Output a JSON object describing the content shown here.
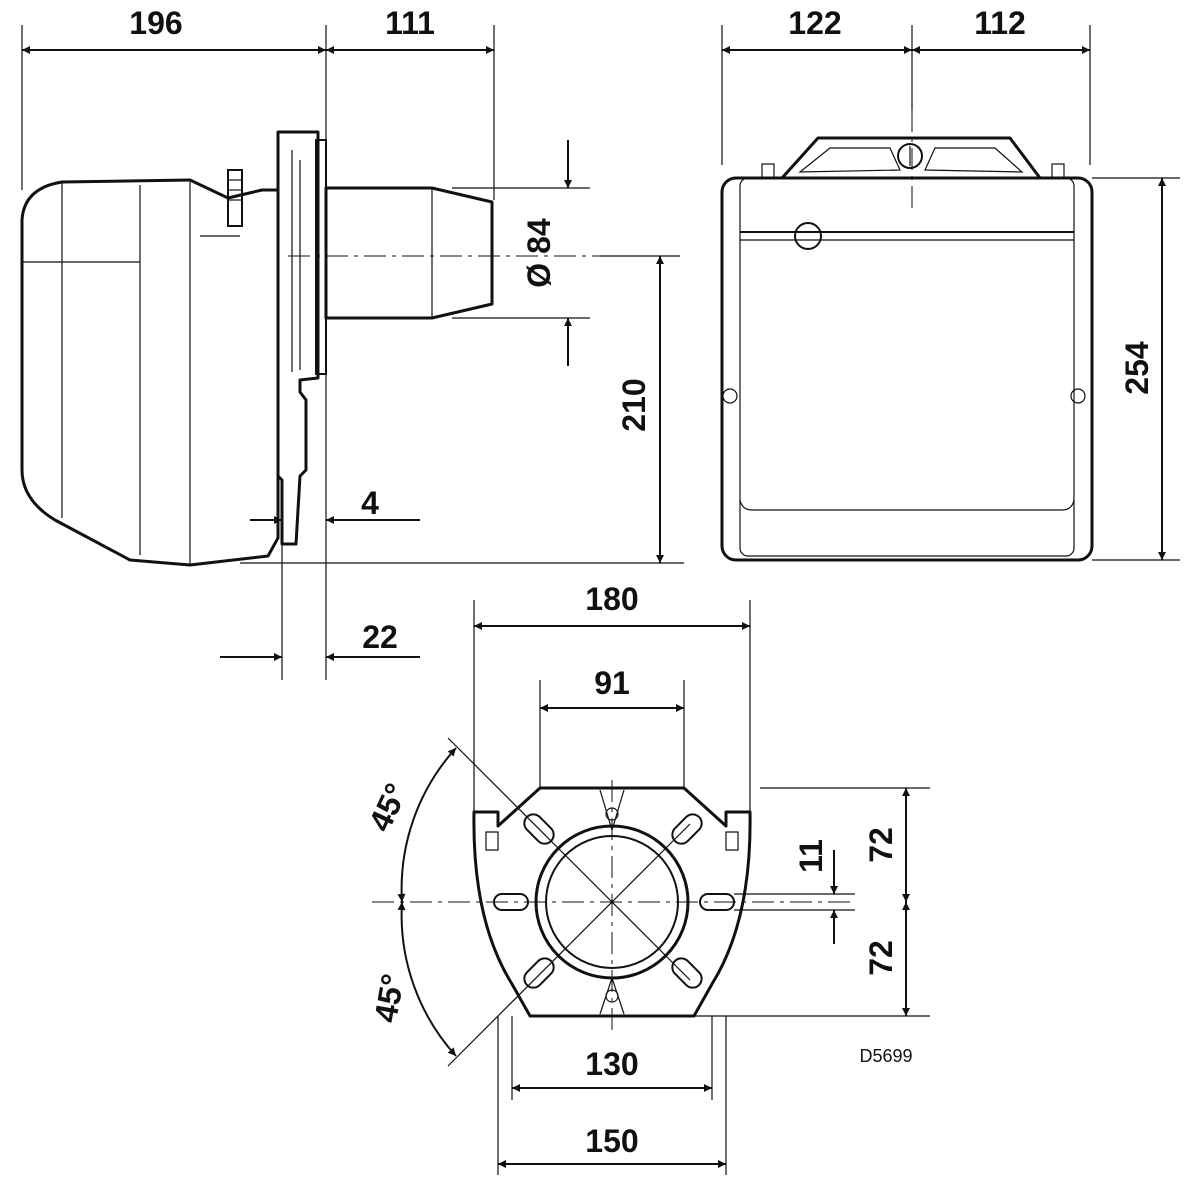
{
  "drawing": {
    "reference": "D5699",
    "dimensions": {
      "side_length_body": "196",
      "side_length_tube": "111",
      "front_width_left": "122",
      "front_width_right": "112",
      "height_total": "254",
      "height_axis": "210",
      "tube_diameter": "Ø 84",
      "flange_thickness": "4",
      "flange_offset": "22",
      "flange_width": "180",
      "hole_spacing": "91",
      "slot_vertical_upper": "72",
      "slot_vertical_lower": "72",
      "slot_offset": "11",
      "base_inner_width": "130",
      "base_outer_width": "150",
      "angle_upper": "45°",
      "angle_lower": "45°"
    }
  },
  "colors": {
    "line": "#111111",
    "background": "#ffffff"
  }
}
